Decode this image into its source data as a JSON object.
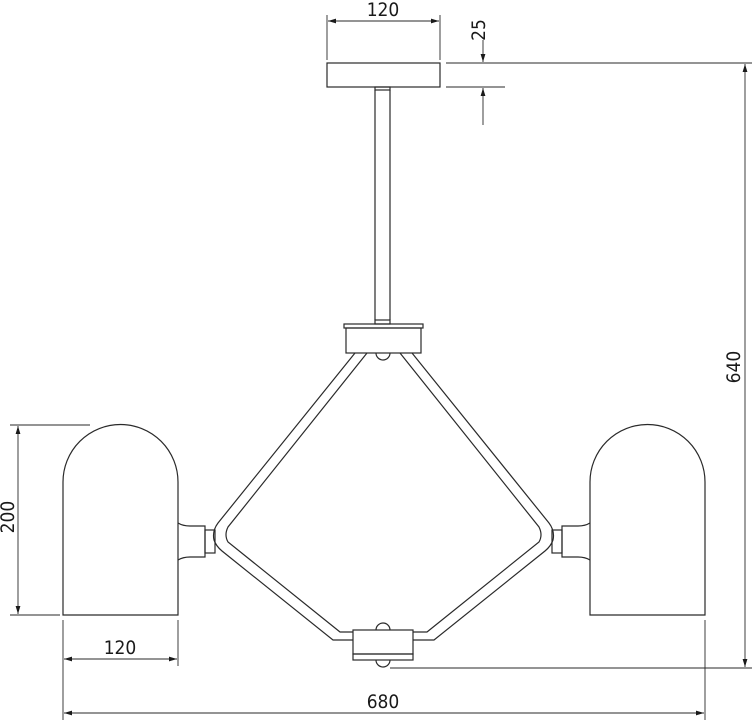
{
  "dimensions": {
    "canopy_width": "120",
    "canopy_height": "25",
    "total_height": "640",
    "shade_height": "200",
    "shade_width": "120",
    "total_width": "680"
  }
}
